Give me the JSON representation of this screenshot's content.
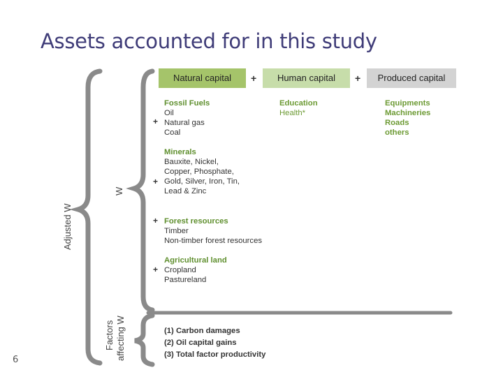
{
  "title": "Assets accounted for in this study",
  "page_number": "6",
  "labels": {
    "adjusted_w": "Adjusted W",
    "w": "W",
    "factors_line1": "Factors",
    "factors_line2": "affecting W"
  },
  "headers": {
    "natural": "Natural capital",
    "human": "Human capital",
    "produced": "Produced capital",
    "plus": "+"
  },
  "colors": {
    "natural_bg": "#a5c46a",
    "human_bg": "#c7ddaa",
    "produced_bg": "#d3d3d3",
    "title": "#3f3c78",
    "section_green": "#5f8f2e"
  },
  "natural": {
    "fossil": {
      "title": "Fossil Fuels",
      "items": [
        "Oil",
        "Natural gas",
        "Coal"
      ]
    },
    "minerals": {
      "title": "Minerals",
      "items": [
        "Bauxite, Nickel,",
        "Copper, Phosphate,",
        "Gold, Silver, Iron, Tin,",
        "Lead & Zinc"
      ]
    },
    "forest": {
      "title": "Forest resources",
      "items": [
        "Timber",
        "Non-timber forest resources"
      ]
    },
    "agri": {
      "title": "Agricultural land",
      "items": [
        "Cropland",
        "Pastureland"
      ]
    }
  },
  "human": {
    "title": "Education",
    "items": [
      "Health*"
    ]
  },
  "produced": {
    "title": "Equipments",
    "items": [
      "Machineries",
      "Roads",
      "others"
    ]
  },
  "factors": [
    "(1) Carbon damages",
    "(2) Oil capital gains",
    "(3) Total factor productivity"
  ]
}
